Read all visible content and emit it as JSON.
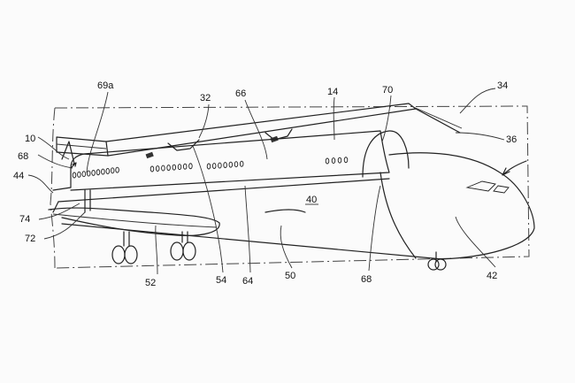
{
  "figure": {
    "labels": {
      "l69a": "69a",
      "l32": "32",
      "l66": "66",
      "l14": "14",
      "l70": "70",
      "l34": "34",
      "l36": "36",
      "l10": "10",
      "l68a": "68",
      "l44": "44",
      "l74": "74",
      "l72": "72",
      "l40": "40",
      "l52": "52",
      "l54": "54",
      "l64": "64",
      "l50": "50",
      "l68b": "68",
      "l42": "42"
    }
  }
}
